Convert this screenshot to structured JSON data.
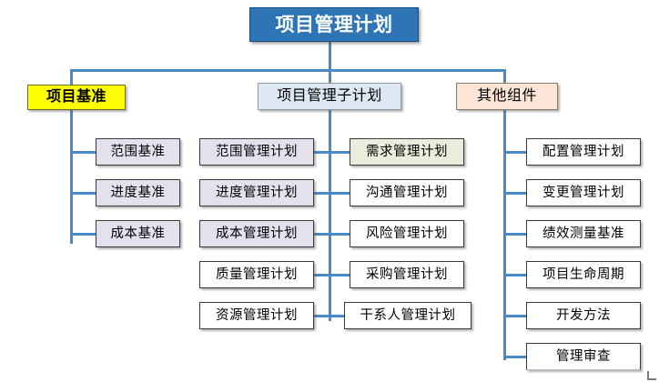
{
  "diagram": {
    "title": "项目管理计划",
    "accent_color": "#2E75B6",
    "connector_color": "#4A89C8",
    "categories": [
      {
        "id": "baseline",
        "label": "项目基准",
        "color": "#FFFF00"
      },
      {
        "id": "subplans",
        "label": "项目管理子计划",
        "color": "#DDE7F2"
      },
      {
        "id": "other",
        "label": "其他组件",
        "color": "#FBE5D6"
      }
    ],
    "columns": [
      {
        "id": "col-baselines",
        "parent": "项目基准",
        "items": [
          {
            "label": "范围基准",
            "fill": "#E4E1EC"
          },
          {
            "label": "进度基准",
            "fill": "#E4E1EC"
          },
          {
            "label": "成本基准",
            "fill": "#E4E1EC"
          }
        ]
      },
      {
        "id": "col-subplans-left",
        "parent": "项目管理子计划",
        "items": [
          {
            "label": "范围管理计划",
            "fill": "#E4E1EC"
          },
          {
            "label": "进度管理计划",
            "fill": "#E4E1EC"
          },
          {
            "label": "成本管理计划",
            "fill": "#E4E1EC"
          },
          {
            "label": "质量管理计划",
            "fill": "#FFFFFF"
          },
          {
            "label": "资源管理计划",
            "fill": "#FFFFFF"
          }
        ]
      },
      {
        "id": "col-subplans-right",
        "parent": "项目管理子计划",
        "items": [
          {
            "label": "需求管理计划",
            "fill": "#E9EEDC"
          },
          {
            "label": "沟通管理计划",
            "fill": "#FFFFFF"
          },
          {
            "label": "风险管理计划",
            "fill": "#FFFFFF"
          },
          {
            "label": "采购管理计划",
            "fill": "#FFFFFF"
          },
          {
            "label": "干系人管理计划",
            "fill": "#FFFFFF"
          }
        ]
      },
      {
        "id": "col-other",
        "parent": "其他组件",
        "items": [
          {
            "label": "配置管理计划",
            "fill": "#FFFFFF"
          },
          {
            "label": "变更管理计划",
            "fill": "#FFFFFF"
          },
          {
            "label": "绩效测量基准",
            "fill": "#FFFFFF"
          },
          {
            "label": "项目生命周期",
            "fill": "#FFFFFF"
          },
          {
            "label": "开发方法",
            "fill": "#FFFFFF"
          },
          {
            "label": "管理审查",
            "fill": "#FFFFFF"
          }
        ]
      }
    ]
  }
}
